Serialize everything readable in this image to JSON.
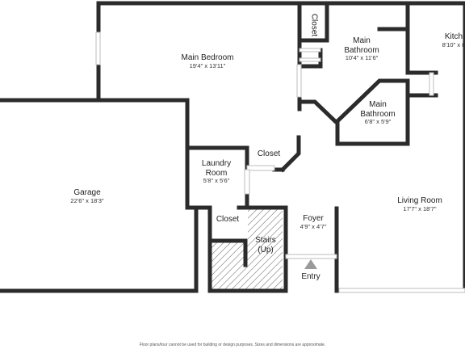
{
  "rooms": {
    "main_bedroom": {
      "name": "Main Bedroom",
      "dims": "19'4\" x 13'11\""
    },
    "main_bathroom_1": {
      "name": "Main\nBathroom",
      "line1": "Main",
      "line2": "Bathroom",
      "dims": "10'4\" x 11'6\""
    },
    "main_bathroom_2": {
      "line1": "Main",
      "line2": "Bathroom",
      "dims": "6'8\" x 5'9\""
    },
    "kitchen": {
      "name": "Kitch",
      "dims": "8'10\" x 8"
    },
    "closet_top": {
      "name": "Closet"
    },
    "garage": {
      "name": "Garage",
      "dims": "22'6\" x 18'3\""
    },
    "laundry": {
      "line1": "Laundry",
      "line2": "Room",
      "dims": "5'8\" x 5'6\""
    },
    "closet_laundry": {
      "name": "Closet"
    },
    "closet_lower": {
      "name": "Closet"
    },
    "stairs": {
      "line1": "Stairs",
      "line2": "(Up)"
    },
    "foyer": {
      "name": "Foyer",
      "dims": "4'9\" x 4'7\""
    },
    "living_room": {
      "name": "Living Room",
      "dims": "17'7\" x 18'7\""
    },
    "entry": {
      "name": "Entry"
    }
  },
  "footer": "Floor plans/tour cannot be used for building or design purposes. Sizes and dimensions are approximate."
}
